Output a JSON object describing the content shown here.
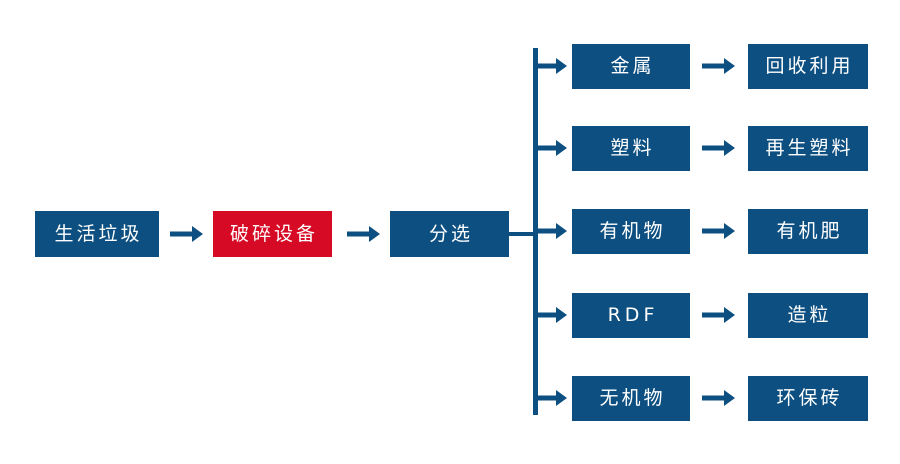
{
  "diagram": {
    "title": "",
    "colors": {
      "node_blue": "#0d4f80",
      "node_red": "#d60a24",
      "arrow": "#0d4f80",
      "bus_line": "#0d4f80",
      "text": "#ffffff",
      "background": "#ffffff"
    },
    "main_chain": [
      {
        "label": "生活垃圾",
        "style": "blue"
      },
      {
        "label": "破碎设备",
        "style": "red"
      },
      {
        "label": "分选",
        "style": "blue"
      }
    ],
    "branches": [
      {
        "stage": "金属",
        "product": "回收利用"
      },
      {
        "stage": "塑料",
        "product": "再生塑料"
      },
      {
        "stage": "有机物",
        "product": "有机肥"
      },
      {
        "stage": "RDF",
        "product": "造粒"
      },
      {
        "stage": "无机物",
        "product": "环保砖"
      }
    ]
  }
}
